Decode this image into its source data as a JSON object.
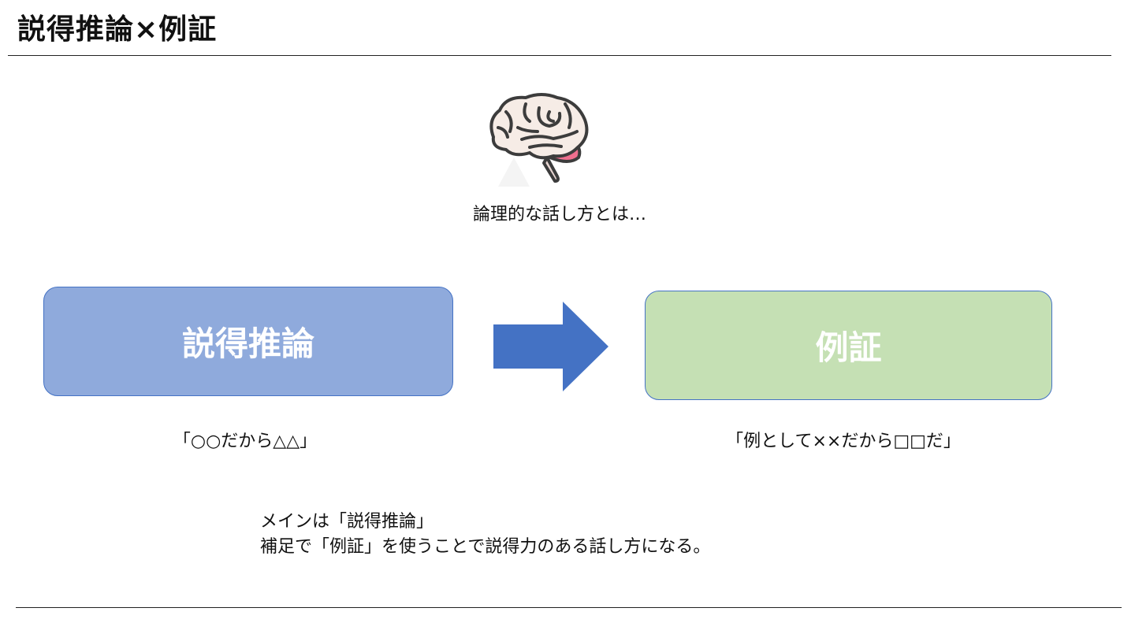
{
  "title": "説得推論×例証",
  "caption": "論理的な話し方とは…",
  "boxes": {
    "left": {
      "label": "説得推論",
      "example": "「○○だから△△」",
      "color": "#8faadc"
    },
    "right": {
      "label": "例証",
      "example": "「例として××だから□□だ」",
      "color": "#c5e0b4"
    }
  },
  "arrow_color": "#4472c4",
  "notes": [
    "メインは「説得推論」",
    "補足で「例証」を使うことで説得力のある話し方になる。"
  ],
  "icons": [
    "brain-icon",
    "arrow-right-icon"
  ]
}
